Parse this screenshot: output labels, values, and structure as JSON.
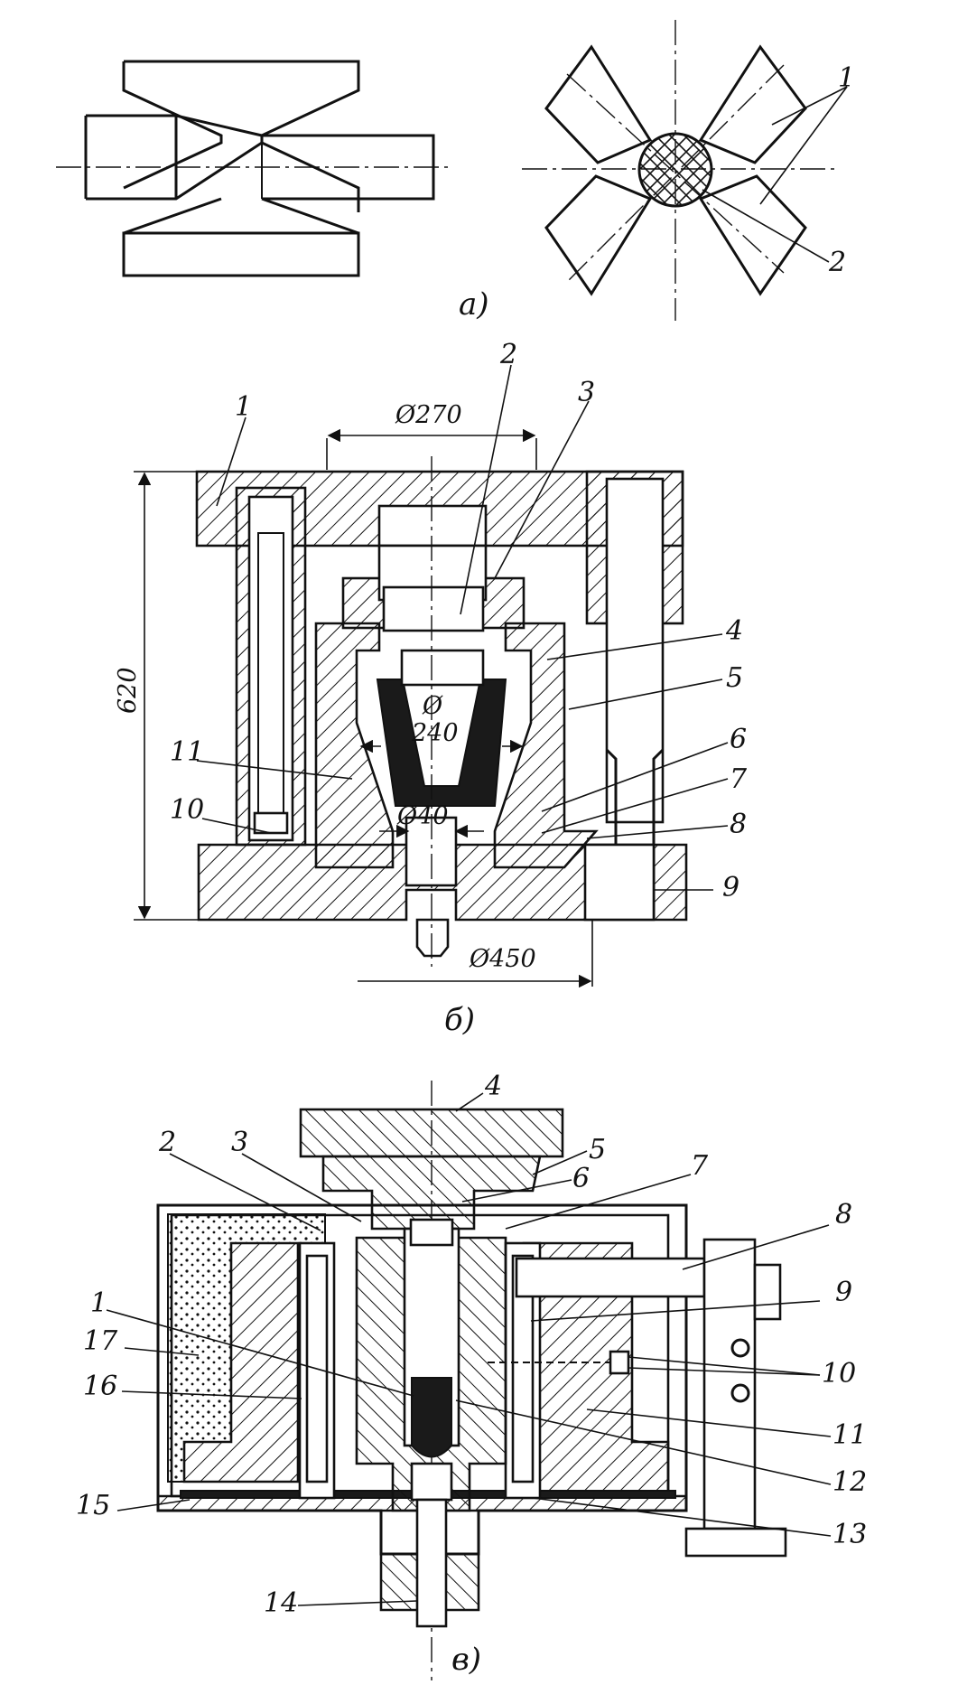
{
  "figure_a": {
    "caption": "а)",
    "labels": [
      "1",
      "2"
    ]
  },
  "figure_b": {
    "caption": "б)",
    "dims": {
      "top_diameter": "Ø270",
      "height": "620",
      "cavity_symbol": "Ø",
      "cavity_diameter": "240",
      "bottom_diameter": "Ø40",
      "base_diameter": "Ø450"
    },
    "labels": [
      "1",
      "2",
      "3",
      "4",
      "5",
      "6",
      "7",
      "8",
      "9",
      "10",
      "11"
    ]
  },
  "figure_c": {
    "caption": "в)",
    "labels": [
      "1",
      "2",
      "3",
      "4",
      "5",
      "6",
      "7",
      "8",
      "9",
      "10",
      "11",
      "12",
      "13",
      "14",
      "15",
      "16",
      "17"
    ]
  }
}
